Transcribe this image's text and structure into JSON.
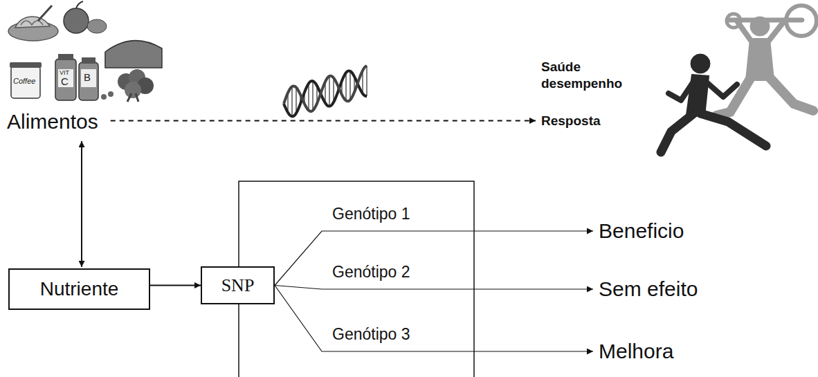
{
  "diagram": {
    "nodes": [
      {
        "text": [
          "Alimentos"
        ]
      },
      {
        "text": [
          "Saúde desempenho",
          "Resposta"
        ]
      },
      {
        "text": [
          "Nutriente"
        ]
      },
      {
        "text": [
          "SNP"
        ]
      },
      {
        "text": [
          "Beneficio"
        ]
      },
      {
        "text": [
          "Sem efeito"
        ]
      },
      {
        "text": [
          "Melhora"
        ]
      }
    ],
    "edges": [
      {
        "from": 0,
        "to": 2,
        "arrow": "both"
      },
      {
        "from": 0,
        "to": 1,
        "arrow": "to"
      },
      {
        "from": 2,
        "to": 3,
        "arrow": "to"
      },
      {
        "from": 3,
        "to": 4,
        "label": "Genótipo 1",
        "arrow": "to"
      },
      {
        "from": 3,
        "to": 5,
        "label": "Genótipo 2",
        "arrow": "to"
      },
      {
        "from": 3,
        "to": 6,
        "label": "Genótipo 3",
        "arrow": "to"
      }
    ],
    "labels": [
      "Coffee",
      "VIT",
      "C",
      "B"
    ]
  }
}
